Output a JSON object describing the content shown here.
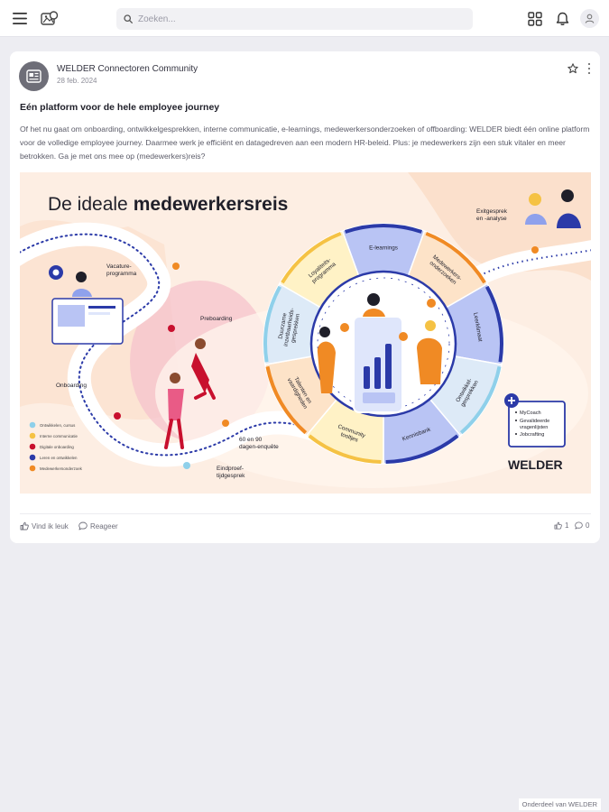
{
  "header": {
    "search_placeholder": "Zoeken..."
  },
  "post": {
    "author": "WELDER Connectoren Community",
    "date": "28 feb. 2024",
    "title": "Eén platform voor de hele employee journey",
    "body": "Of het nu gaat om onboarding, ontwikkelgesprekken, interne communicatie, e-learnings, medewerkersonderzoeken of offboarding: WELDER biedt één online platform voor de volledige employee journey. Daarmee werk je efficiënt en datagedreven aan een modern HR-beleid. Plus: je medewerkers zijn een stuk vitaler en meer betrokken. Ga je met ons mee op (medewerkers)reis?",
    "like_label": "Vind ik leuk",
    "comment_label": "Reageer",
    "likes_count": "1",
    "comments_count": "0"
  },
  "infographic": {
    "title_regular": "De ideale",
    "title_bold": "medewerkersreis",
    "journey_labels": {
      "vacature": "Vacature-\nprogramma",
      "preboarding": "Preboarding",
      "onboarding": "Onboarding",
      "enquete": "60 en 90\ndagen-enquête",
      "eindproef": "Eindproef-\ntijdgesprek",
      "exit": "Exitgesprek\nen -analyse"
    },
    "wheel_segments": [
      "E-learnings",
      "Medewerkers-\nonderzoeken",
      "Leerklimaat",
      "Ontwikkel-\ngesprekken",
      "Kennisbank",
      "Community\ntooltjes",
      "Talenten en\nvaardigheden",
      "Duurzame\ninzetbaarheids-\ngesprekken",
      "Loyaliteits-\nprogramma"
    ],
    "legend": [
      {
        "label": "Ontwikkelen, cursus",
        "color": "#8fd0ea"
      },
      {
        "label": "Interne communicatie",
        "color": "#f5c244"
      },
      {
        "label": "Digitale onboarding",
        "color": "#c8102e"
      },
      {
        "label": "Leren en ontwikkelen",
        "color": "#2b3aa8"
      },
      {
        "label": "Medewerkersonderzoek",
        "color": "#f08a24"
      }
    ],
    "extras": [
      "MyCoach",
      "Gevalideerde vragenlijsten",
      "Jobcrafting"
    ],
    "brand": "WELDER"
  },
  "footer": {
    "tag": "Onderdeel van WELDER"
  },
  "colors": {
    "accent_navy": "#2b3aa8",
    "accent_orange": "#f08a24",
    "accent_red": "#c8102e",
    "banner_bg": "#fdeee3"
  }
}
